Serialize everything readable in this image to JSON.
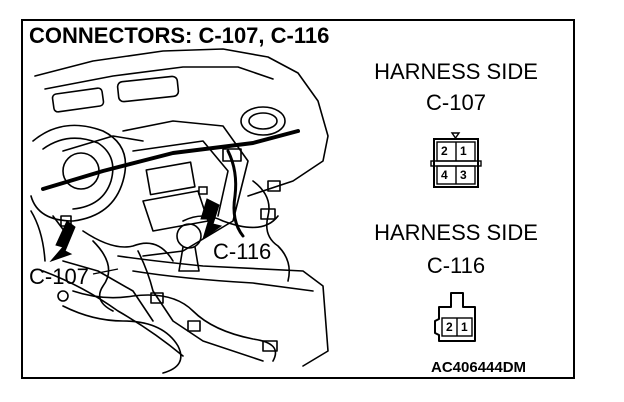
{
  "title": "CONNECTORS: C-107, C-116",
  "callouts": {
    "c107": "C-107",
    "c116": "C-116"
  },
  "connectors": [
    {
      "side": "HARNESS SIDE",
      "name": "C-107",
      "pins": [
        "2",
        "1",
        "4",
        "3"
      ]
    },
    {
      "side": "HARNESS SIDE",
      "name": "C-116",
      "pins": [
        "2",
        "1"
      ]
    }
  ],
  "figure_code": "AC406444DM"
}
